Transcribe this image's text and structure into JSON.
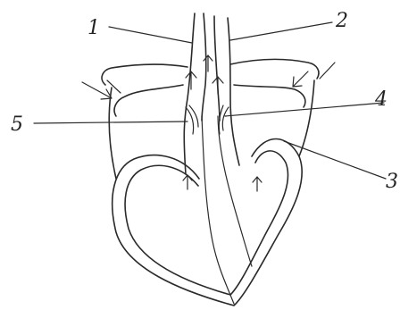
{
  "labels": [
    {
      "id": "label-1",
      "text": "1"
    },
    {
      "id": "label-2",
      "text": "2"
    },
    {
      "id": "label-3",
      "text": "3"
    },
    {
      "id": "label-4",
      "text": "4"
    },
    {
      "id": "label-5",
      "text": "5"
    }
  ],
  "ink_color": "#2a2a2a",
  "background_color": "#ffffff"
}
